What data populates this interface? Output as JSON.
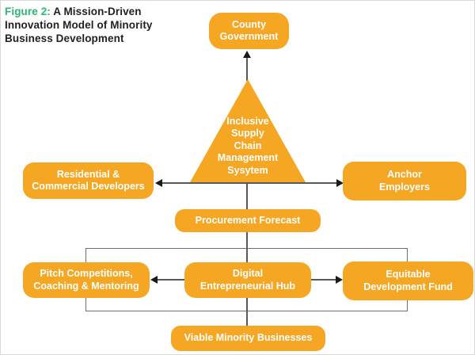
{
  "header": {
    "figure_label": "Figure 2:",
    "title_lines": [
      "A Mission-Driven",
      "Innovation Model of Minority",
      "Business Development"
    ]
  },
  "colors": {
    "node_fill": "#F5A623",
    "node_text": "#FFFFFF",
    "figure_label_green": "#2BB673",
    "title_text": "#231F20",
    "connector_gray": "#58595B",
    "arrowhead_black": "#1A1A1A"
  },
  "nodes": {
    "county_government": {
      "lines": [
        "County",
        "Government"
      ]
    },
    "inclusive_supply_chain": {
      "lines": [
        "Inclusive",
        "Supply",
        "Chain",
        "Management",
        "Sysytem"
      ]
    },
    "residential_commercial_developers": {
      "lines": [
        "Residential &",
        "Commercial Developers"
      ]
    },
    "anchor_employers": {
      "lines": [
        "Anchor",
        "Employers"
      ]
    },
    "procurement_forecast": {
      "lines": [
        "Procurement Forecast"
      ]
    },
    "pitch_competitions": {
      "lines": [
        "Pitch Competitions,",
        "Coaching & Mentoring"
      ]
    },
    "digital_entrepreneurial_hub": {
      "lines": [
        "Digital",
        "Entrepreneurial Hub"
      ]
    },
    "equitable_development_fund": {
      "lines": [
        "Equitable",
        "Development Fund"
      ]
    },
    "viable_minority_businesses": {
      "lines": [
        "Viable Minority Businesses"
      ]
    }
  }
}
